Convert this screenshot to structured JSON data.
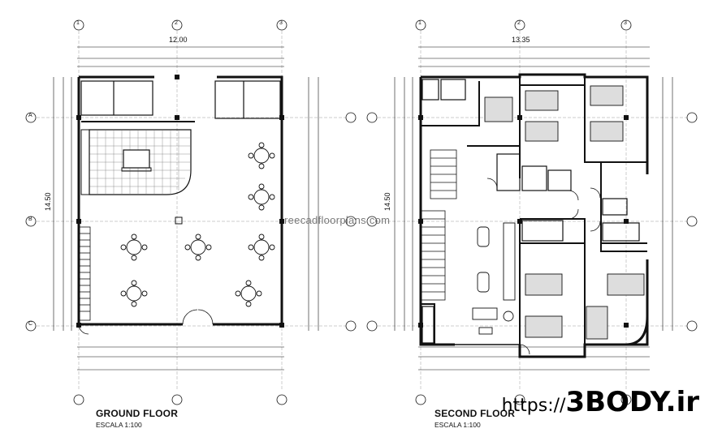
{
  "plans": {
    "ground": {
      "title": "GROUND FLOOR",
      "scale": "ESCALA 1:100",
      "width_dim": "12.00",
      "height_dim": "14.50"
    },
    "second": {
      "title": "SECOND FLOOR",
      "scale": "ESCALA 1:100",
      "width_dim": "13.35",
      "height_dim": "14.50"
    }
  },
  "grid_labels": {
    "columns": [
      "1",
      "2",
      "3"
    ],
    "rows": [
      "A",
      "B",
      "C"
    ]
  },
  "watermark": "reecadfloorplans.com",
  "brand": {
    "prefix": "https://",
    "name": "3BODY.ir"
  }
}
